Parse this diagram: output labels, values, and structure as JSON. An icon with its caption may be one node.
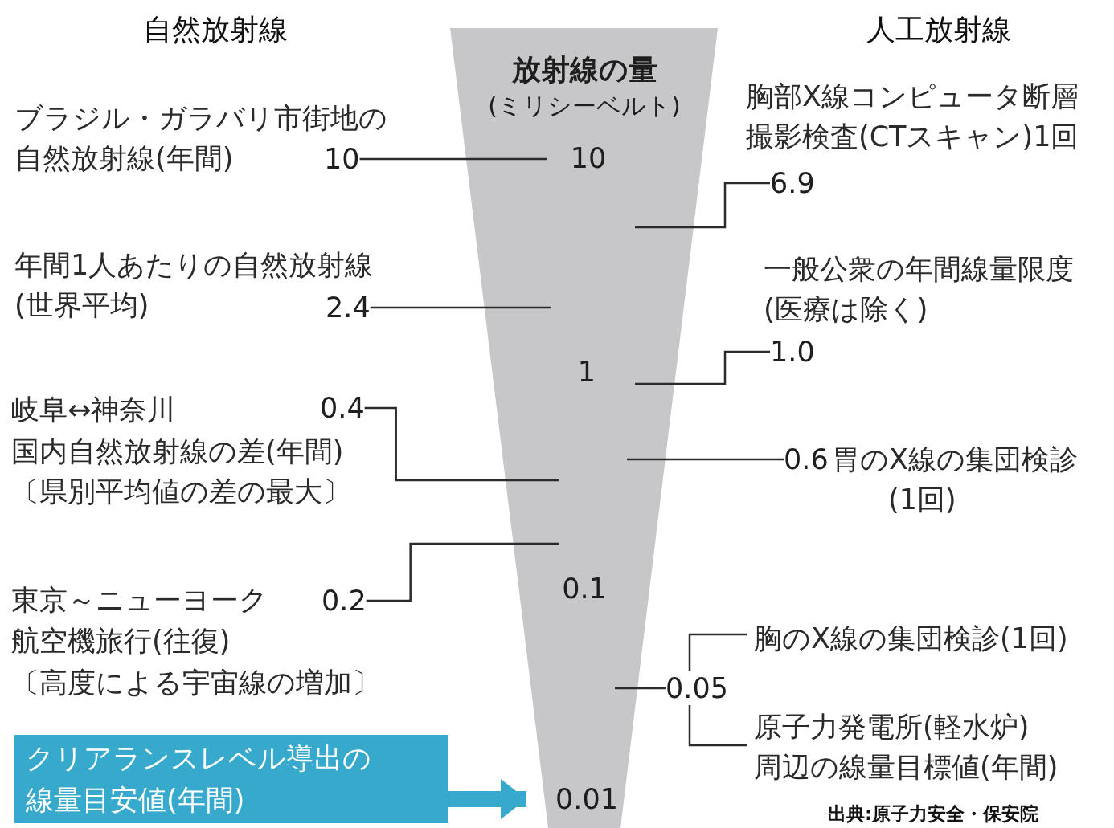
{
  "diagram": {
    "nodes": [
      {
        "text": [
          "放射線の量",
          "(ミリシーベルト)",
          "10",
          "1",
          "0.1",
          "0.01"
        ]
      },
      {
        "text": [
          "10"
        ],
        "beside": [
          "ブラジル・ガラバリ市街地の自然放射線(年間)"
        ]
      },
      {
        "text": [
          "2.4"
        ],
        "beside": [
          "年間1人あたりの自然放射線(世界平均)"
        ]
      },
      {
        "text": [
          "0.4"
        ],
        "beside": [
          "岐阜↔神奈川",
          "国内自然放射線の差(年間)",
          "〔県別平均値の差の最大〕"
        ]
      },
      {
        "text": [
          "0.2"
        ],
        "beside": [
          "東京～ニューヨーク",
          "航空機旅行(往復)",
          "〔高度による宇宙線の増加〕"
        ]
      },
      {
        "text": [
          "クリアランスレベル導出の線量目安値(年間)"
        ]
      },
      {
        "text": [
          "6.9"
        ],
        "beside": [
          "胸部X線コンピュータ断層撮影検査(CTスキャン)1回"
        ]
      },
      {
        "text": [
          "1.0"
        ],
        "beside": [
          "一般公衆の年間線量限度(医療は除く)"
        ]
      },
      {
        "text": [
          "0.6"
        ],
        "beside": [
          "胃のX線の集団検診(1回)"
        ]
      },
      {
        "text": [
          "0.05"
        ]
      },
      {
        "text": [
          "胸のX線の集団検診(1回)"
        ]
      },
      {
        "text": [
          "原子力発電所(軽水炉)周辺の線量目標値(年間)"
        ]
      }
    ],
    "edges": [
      {
        "from": 1,
        "to": 0,
        "arrow": "none"
      },
      {
        "from": 2,
        "to": 0,
        "arrow": "none"
      },
      {
        "from": 3,
        "to": 0,
        "arrow": "none"
      },
      {
        "from": 4,
        "to": 0,
        "arrow": "none"
      },
      {
        "from": 5,
        "to": 0,
        "arrow": "to",
        "style": "thick",
        "color": "#36a9cc"
      },
      {
        "from": 6,
        "to": 0,
        "arrow": "none"
      },
      {
        "from": 7,
        "to": 0,
        "arrow": "none"
      },
      {
        "from": 8,
        "to": 0,
        "arrow": "none"
      },
      {
        "from": 9,
        "to": 0,
        "arrow": "none"
      },
      {
        "from": 9,
        "to": 10,
        "arrow": "none"
      },
      {
        "from": 9,
        "to": 11,
        "arrow": "none"
      }
    ],
    "labels": [
      "自然放射線",
      "人工放射線",
      "出典:原子力安全・保安院"
    ]
  }
}
